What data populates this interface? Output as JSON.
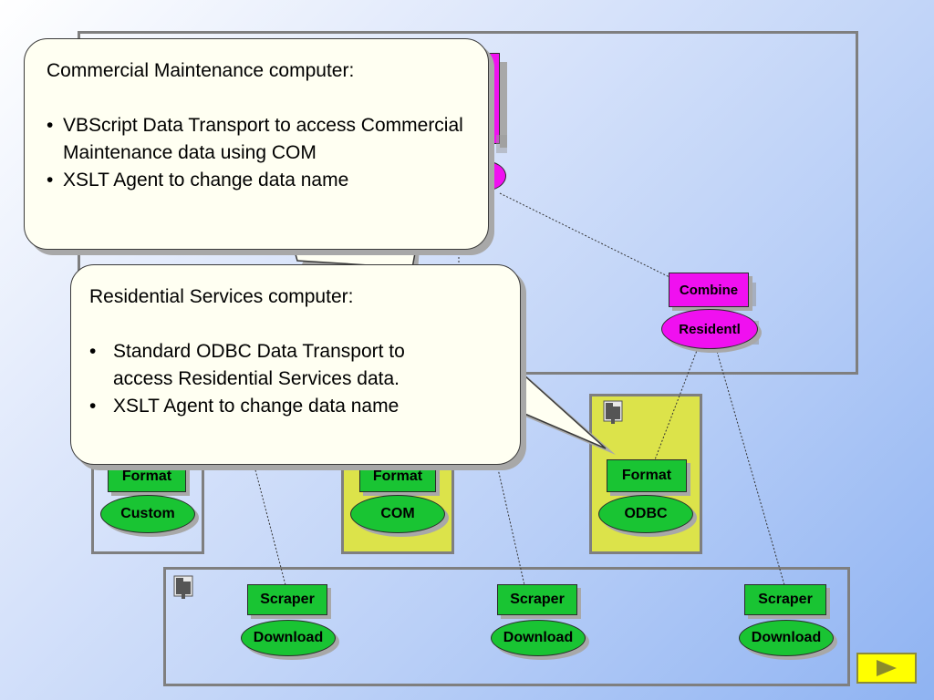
{
  "colors": {
    "format_node": "#19c433",
    "residential_node": "#f010f0",
    "callout_fill": "#fffff2",
    "lime_panel": "#dce34a",
    "next_button": "#ffff00"
  },
  "callouts": {
    "commercial": {
      "title": "Commercial Maintenance  computer:",
      "items": [
        "VBScript Data Transport to access Commercial Maintenance data using COM",
        "XSLT Agent to change data name"
      ]
    },
    "residential": {
      "title": "Residential Services computer:",
      "items": [
        "Standard ODBC Data Transport to access Residential Services data.",
        "XSLT Agent to change data name"
      ]
    }
  },
  "top_right": {
    "combine_label": "Combine",
    "residentl_label": "Residentl"
  },
  "middle": {
    "format_custom": "Format",
    "custom_label": "Custom",
    "format_com": "Format",
    "com_label": "COM",
    "format_odbc": "Format",
    "odbc_label": "ODBC"
  },
  "bottom": {
    "scraper_left": "Scraper",
    "download_left": "Download",
    "scraper_mid": "Scraper",
    "download_mid": "Download",
    "scraper_right": "Scraper",
    "download_right": "Download"
  },
  "icons": {
    "next": "play-arrow-icon",
    "document": "document-icon"
  }
}
